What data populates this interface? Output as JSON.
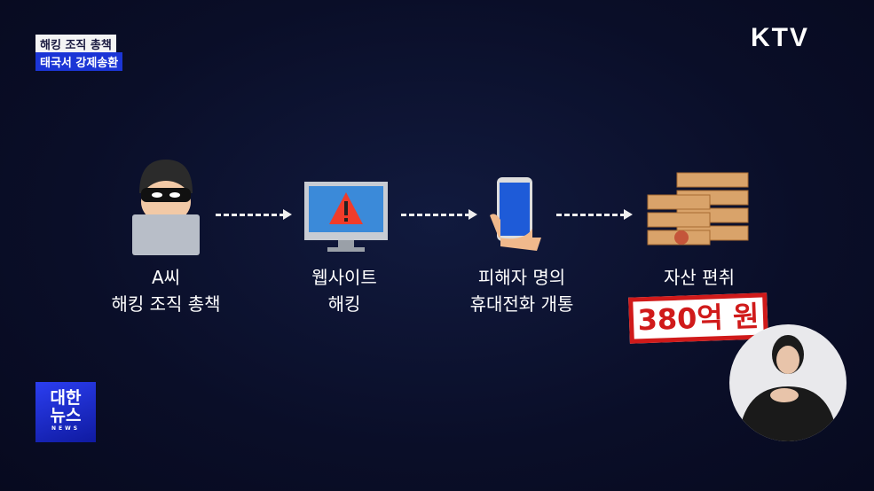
{
  "caption": {
    "line1": "해킹 조직 총책",
    "line2": "태국서 강제송환"
  },
  "channel_logo": "KTV",
  "program_logo": {
    "line1": "대한",
    "line2": "뉴스",
    "sub": "NEWS"
  },
  "steps": [
    {
      "icon": "hacker-icon",
      "line1": "A씨",
      "line2": "해킹 조직 총책"
    },
    {
      "icon": "monitor-warning-icon",
      "line1": "웹사이트",
      "line2": "해킹"
    },
    {
      "icon": "smartphone-icon",
      "line1": "피해자 명의",
      "line2": "휴대전화 개통"
    },
    {
      "icon": "money-stack-icon",
      "line1": "자산 편취",
      "line2": ""
    }
  ],
  "amount_badge": "380억 원",
  "colors": {
    "caption_blue": "#1b35d6",
    "badge_red": "#d01a1a"
  }
}
